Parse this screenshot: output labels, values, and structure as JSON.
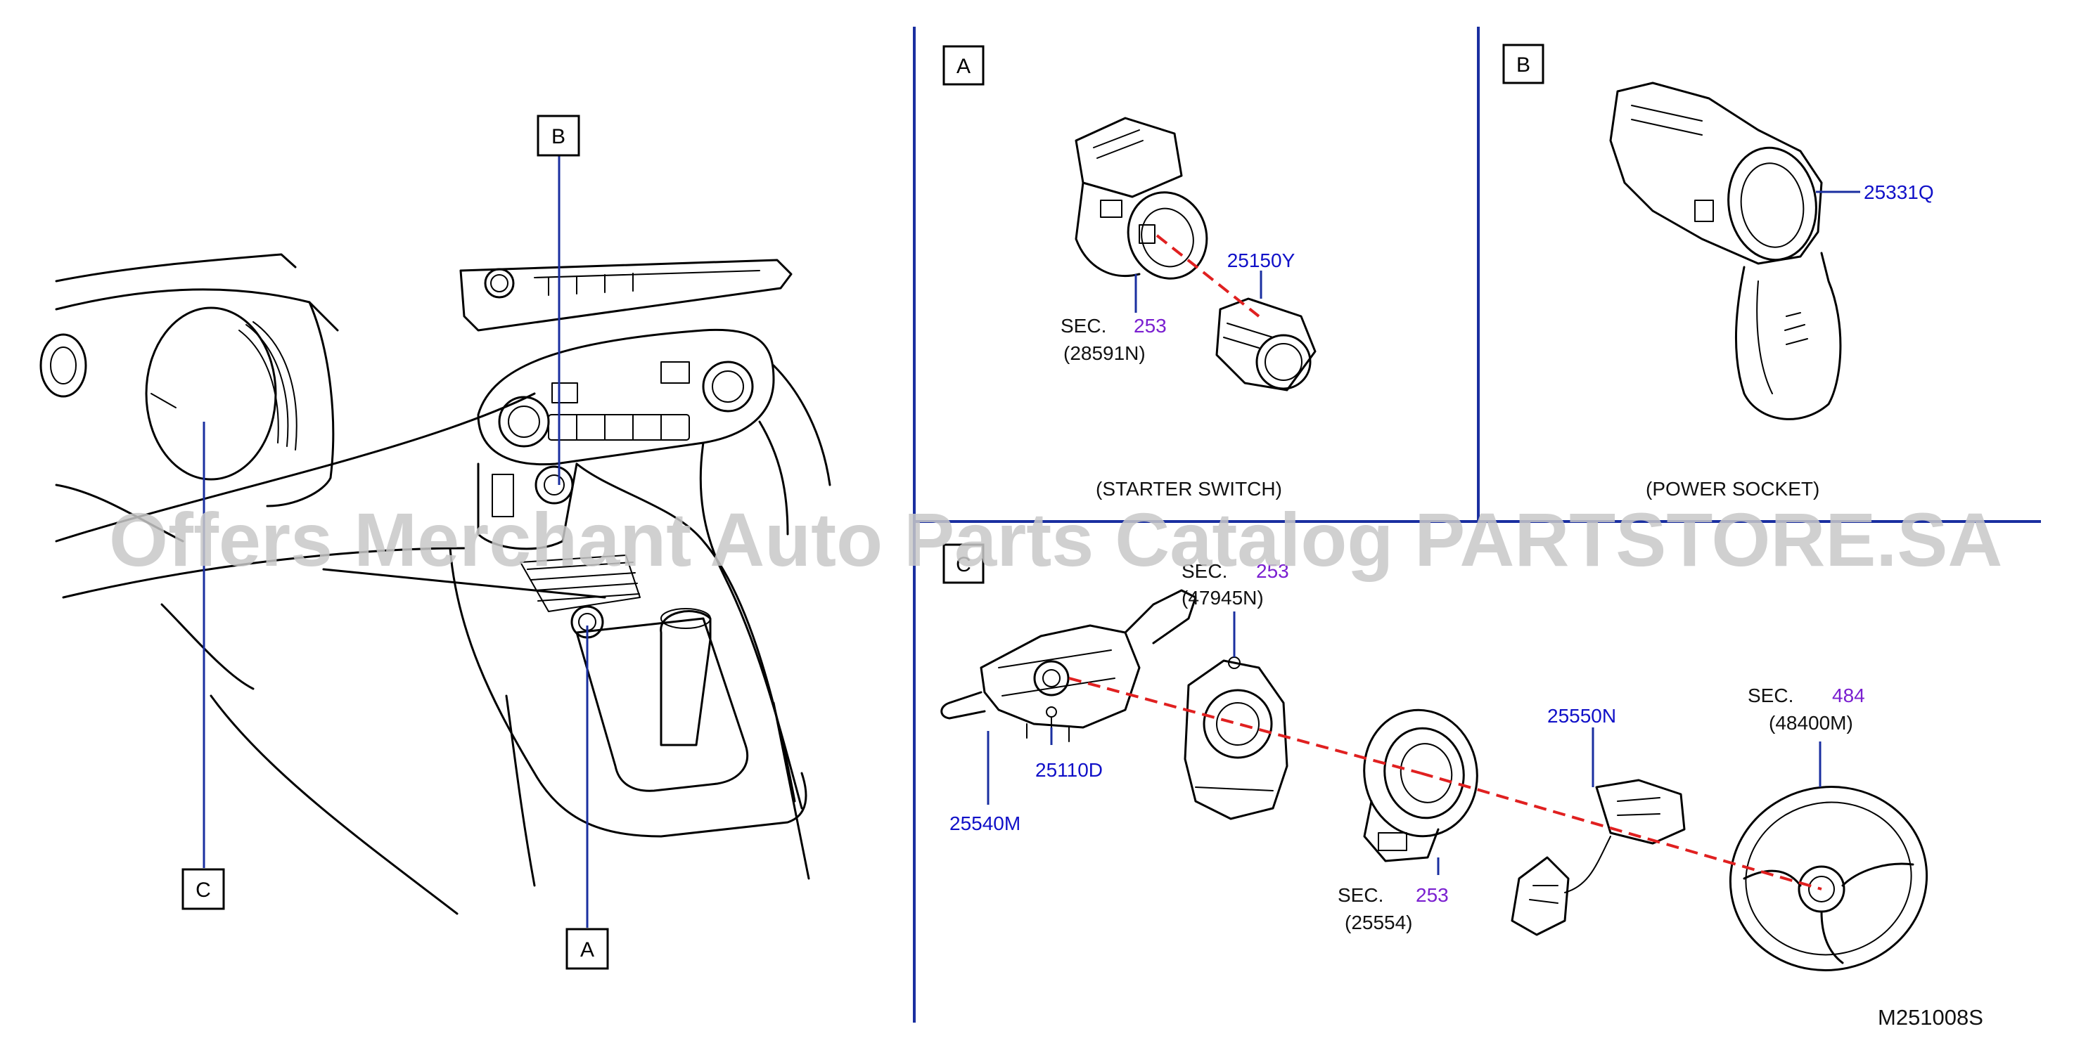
{
  "diagram_id": "M251008S",
  "watermark": "Offers Merchant Auto Parts Catalog PARTSTORE.SA",
  "overview": {
    "callout_a": "A",
    "callout_b": "B",
    "callout_c": "C"
  },
  "panel_a": {
    "box_label": "A",
    "caption": "(STARTER   SWITCH)",
    "parts": {
      "p25150y": "25150Y",
      "sec_word": "SEC.",
      "sec_num": "253",
      "sec_sub": "(28591N)"
    }
  },
  "panel_b": {
    "box_label": "B",
    "caption": "(POWER   SOCKET)",
    "parts": {
      "p25331q": "25331Q"
    }
  },
  "panel_c": {
    "box_label": "C",
    "parts": {
      "sec1_word": "SEC.",
      "sec1_num": "253",
      "sec1_sub": "(47945N)",
      "p25540m": "25540M",
      "p25110d": "25110D",
      "sec2_word": "SEC.",
      "sec2_num": "253",
      "sec2_sub": "(25554)",
      "p25550n": "25550N",
      "sec3_word": "SEC.",
      "sec3_num": "484",
      "sec3_sub": "(48400M)"
    }
  },
  "colors": {
    "part_number": "#1010c8",
    "section_ref": "#7a1fd0",
    "leader": "#1a2fa0",
    "assembly_axis": "#e02020"
  }
}
